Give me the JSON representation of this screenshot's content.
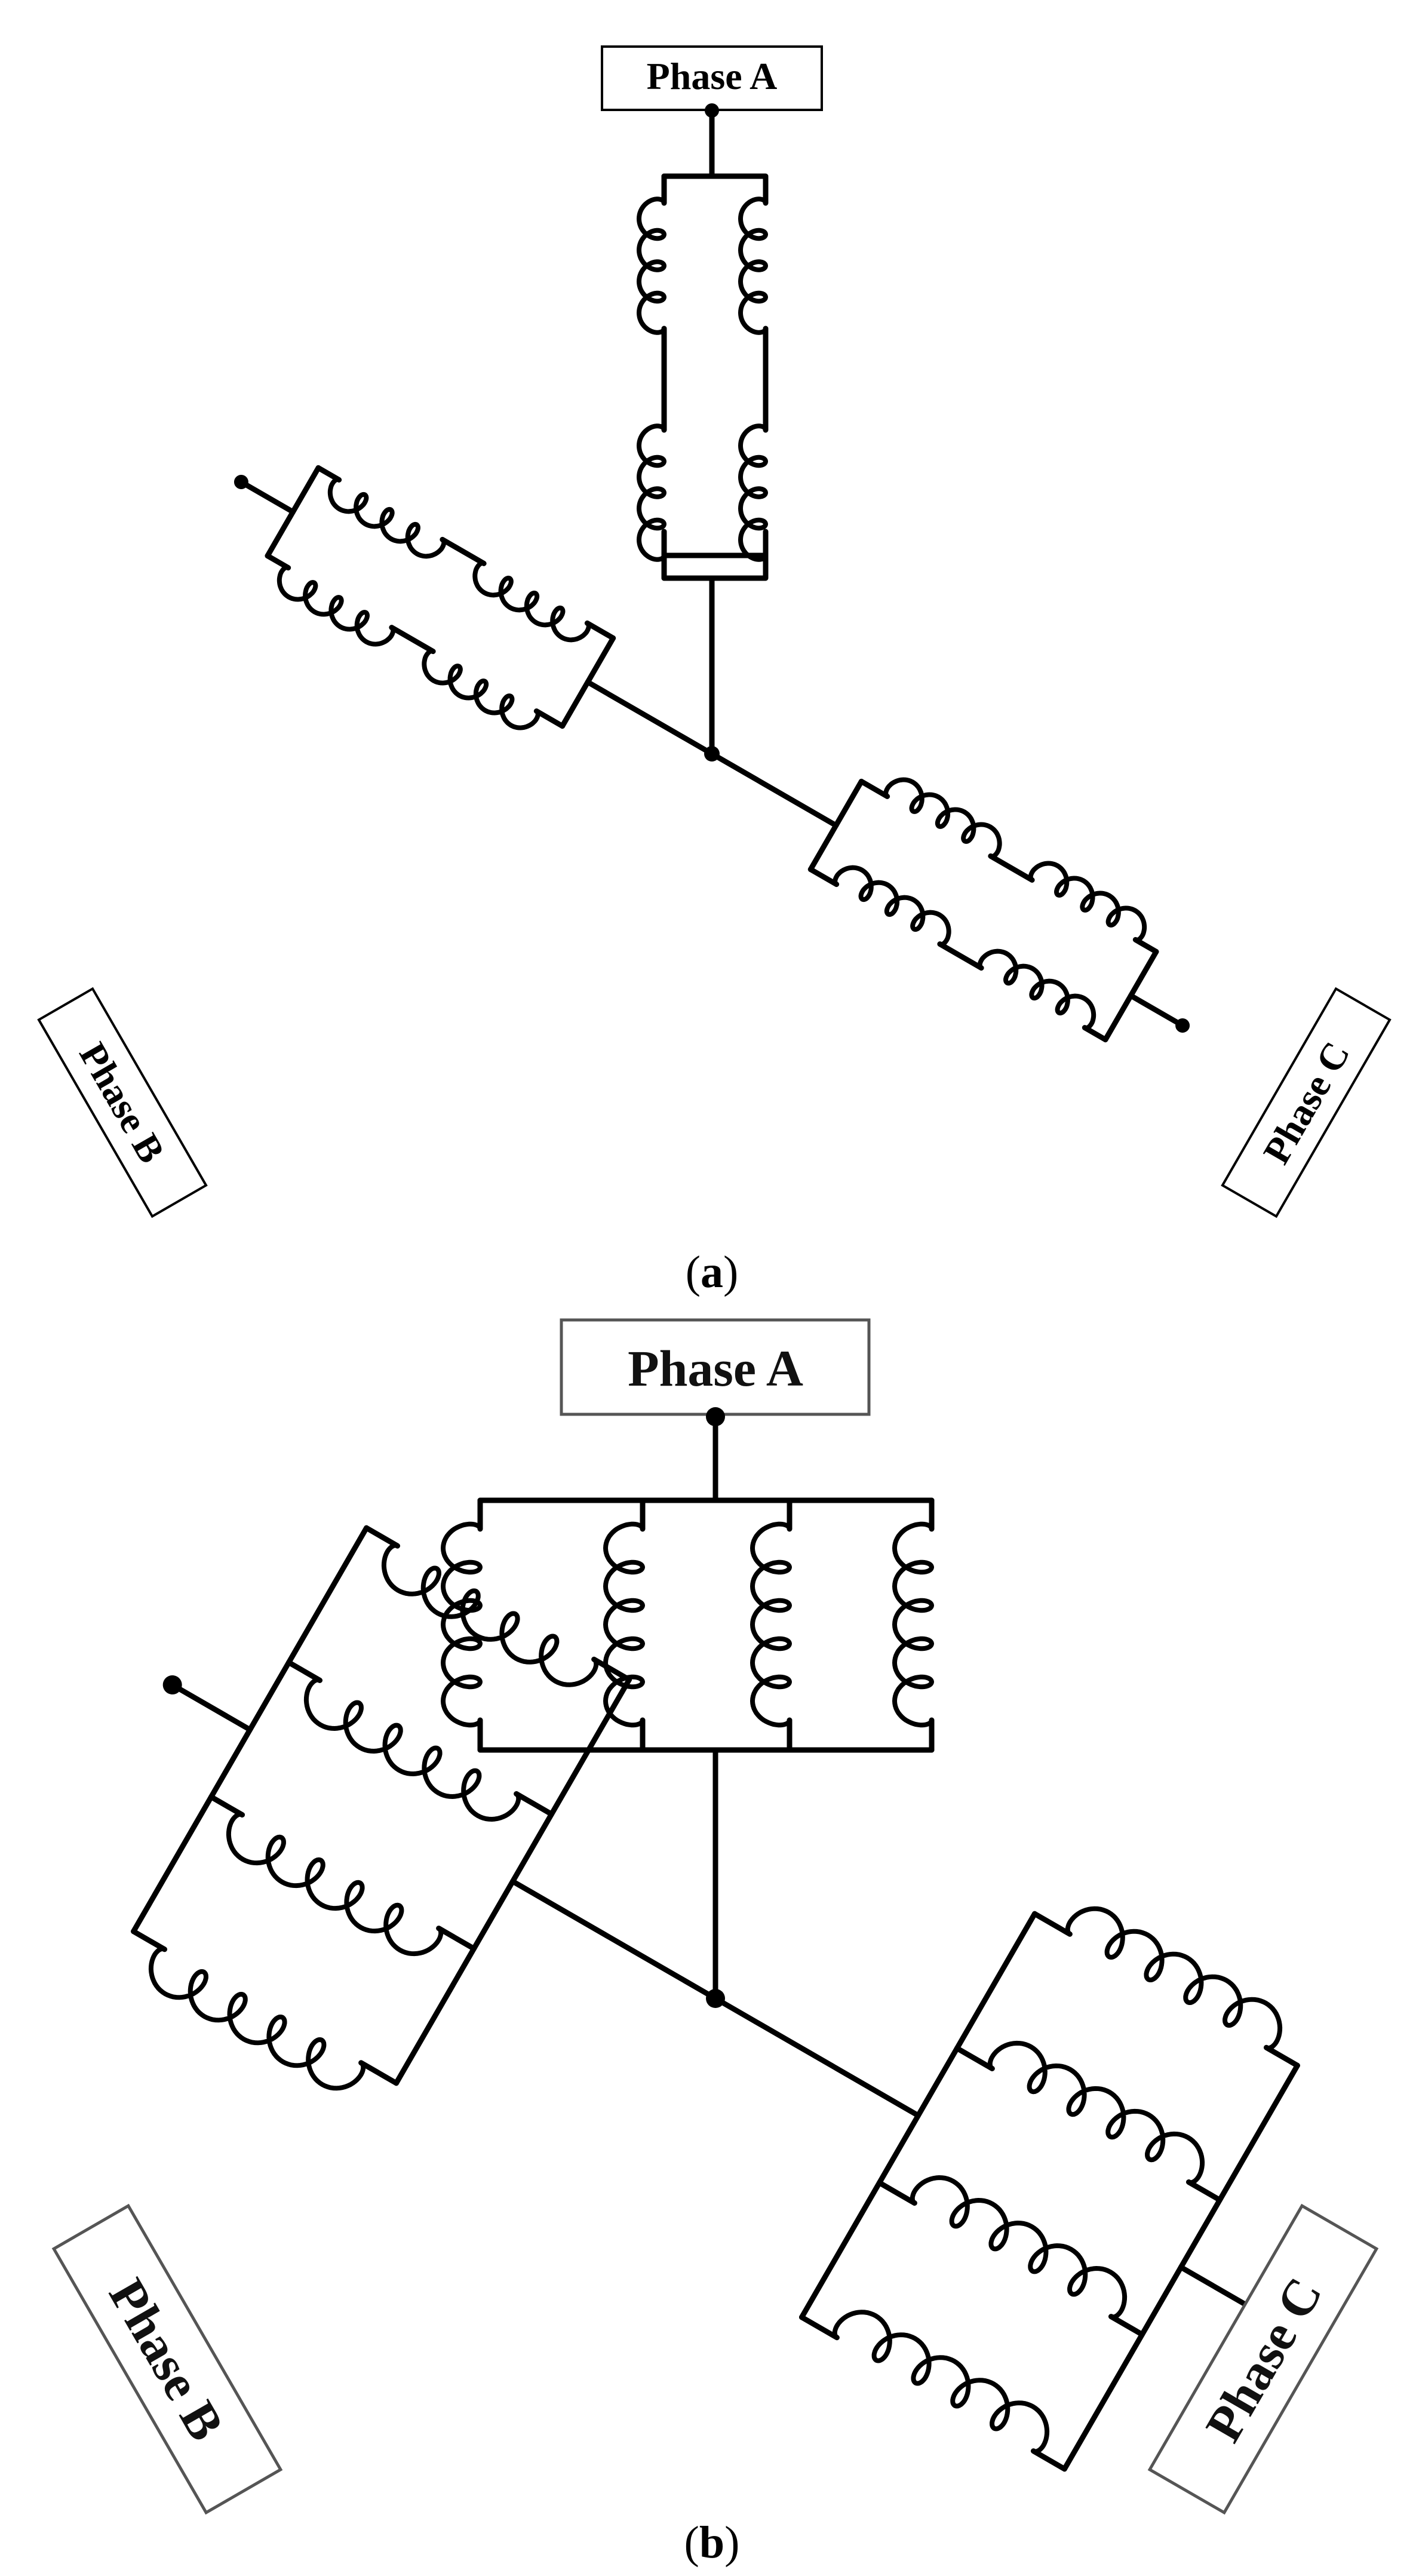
{
  "figure_a": {
    "caption_open": "(",
    "caption_letter": "a",
    "caption_close": ")",
    "phase_a_label": "Phase A",
    "phase_b_label": "Phase B",
    "phase_c_label": "Phase C"
  },
  "figure_b": {
    "caption_open": "(",
    "caption_letter": "b",
    "caption_close": ")",
    "phase_a_label": "Phase A",
    "phase_b_label": "Phase B",
    "phase_c_label": "Phase C"
  },
  "colors": {
    "line": "#000000",
    "background": "#ffffff",
    "label_box_border_b": "#555555"
  }
}
